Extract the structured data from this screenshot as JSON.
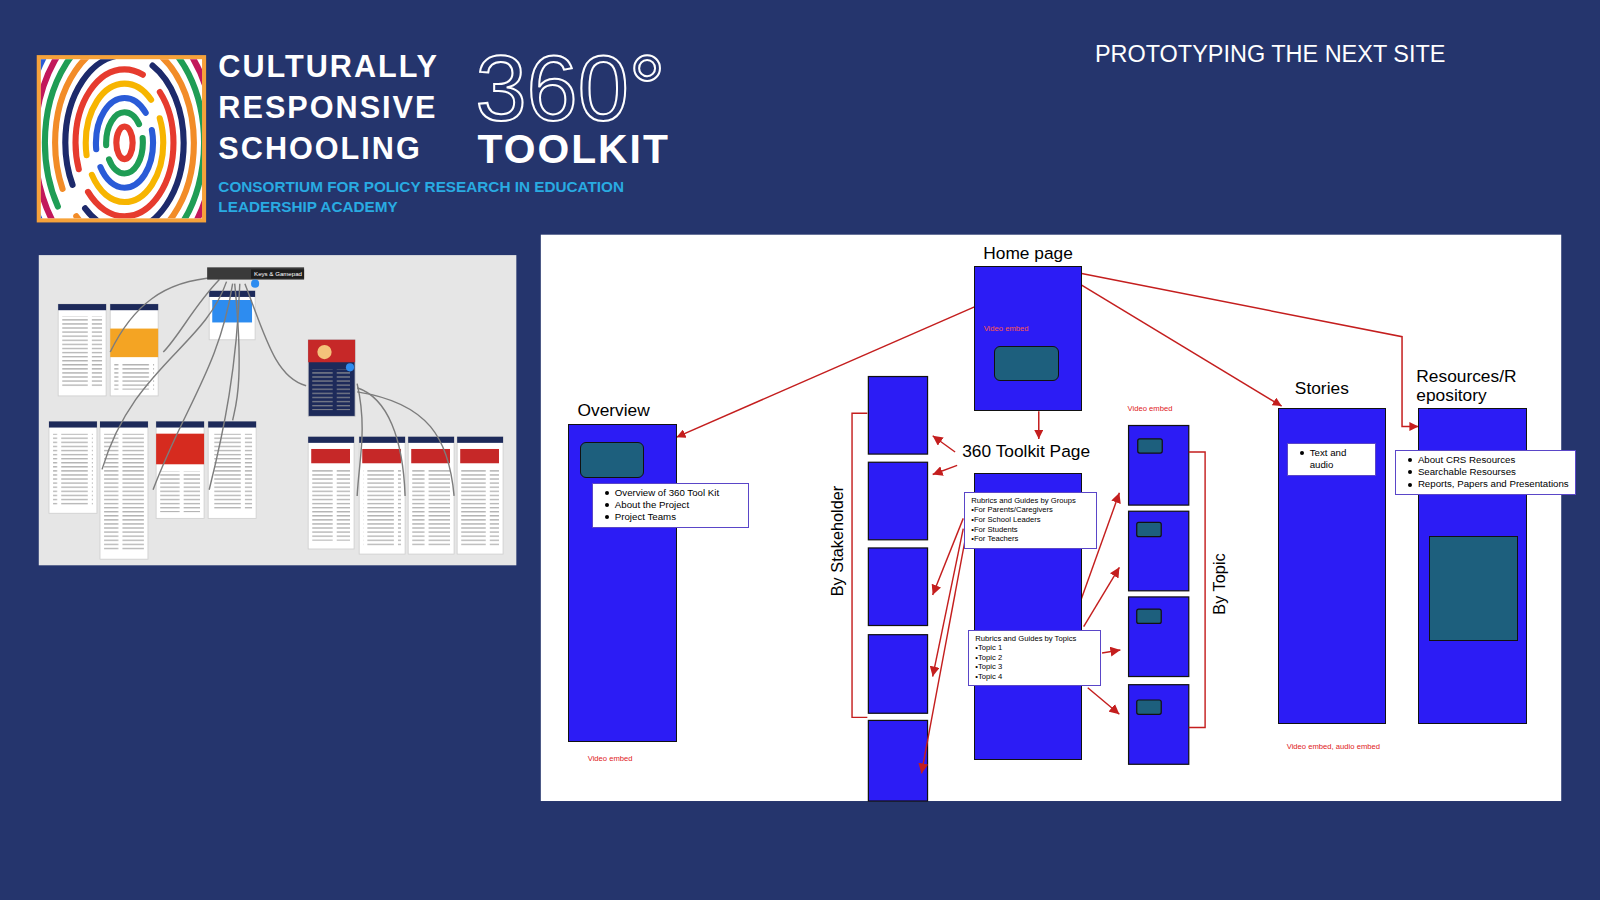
{
  "diagram": {
    "title": "PROTOTYPING THE NEXT SITE",
    "nodes": [
      {
        "text": [
          "Home page",
          "Video embed"
        ]
      },
      {
        "text": [
          "Overview",
          "Video embed"
        ]
      },
      {
        "text": [
          "Overview of 360 Tool Kit",
          "About the Project",
          "Project Teams"
        ],
        "in": 1
      },
      {
        "text": [
          "360 Toolkit Page"
        ]
      },
      {
        "text": [
          "Rubrics and Guides by Groups",
          "•For Parents/Caregivers",
          "•For School Leaders",
          "•For Students",
          "•For Teachers"
        ],
        "in": 3
      },
      {
        "text": [
          "Rubrics and Guides by Topics",
          "•Topic 1",
          "•Topic 2",
          "•Topic 3",
          "•Topic 4"
        ],
        "in": 3
      },
      {
        "text": [
          "Stories",
          "Video embed, audio embed"
        ]
      },
      {
        "text": [
          "Text and audio"
        ],
        "in": 6
      },
      {
        "text": [
          "Resources/R epository"
        ]
      },
      {
        "text": [
          "About CRS Resources",
          "Searchable Resourses",
          "Reports, Papers and Presentations"
        ],
        "in": 8
      }
    ],
    "edges": [
      {
        "from": 0,
        "to": 1,
        "arrow": "to"
      },
      {
        "from": 0,
        "to": 3,
        "arrow": "to"
      },
      {
        "from": 0,
        "to": 6,
        "arrow": "to"
      },
      {
        "from": 0,
        "to": 8,
        "arrow": "to"
      }
    ],
    "labels": [
      "CULTURALLY",
      "RESPONSIVE",
      "SCHOOLING",
      "360°",
      "TOOLKIT",
      "CONSORTIUM FOR POLICY RESEARCH IN EDUCATION",
      "LEADERSHIP ACADEMY",
      "Keys & Gamepad",
      "Video embed",
      "By Stakeholder",
      "By Topic"
    ]
  }
}
